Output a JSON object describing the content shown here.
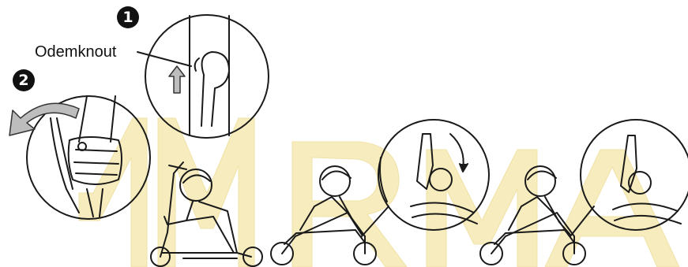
{
  "steps": [
    {
      "number": "1"
    },
    {
      "number": "2"
    }
  ],
  "callout": {
    "label": "Odemknout"
  },
  "watermark": {
    "text": "MRMA",
    "color": "#f3e6a8"
  },
  "colors": {
    "line": "#1a1a1a",
    "arrow_fill": "#bdbdbd"
  }
}
